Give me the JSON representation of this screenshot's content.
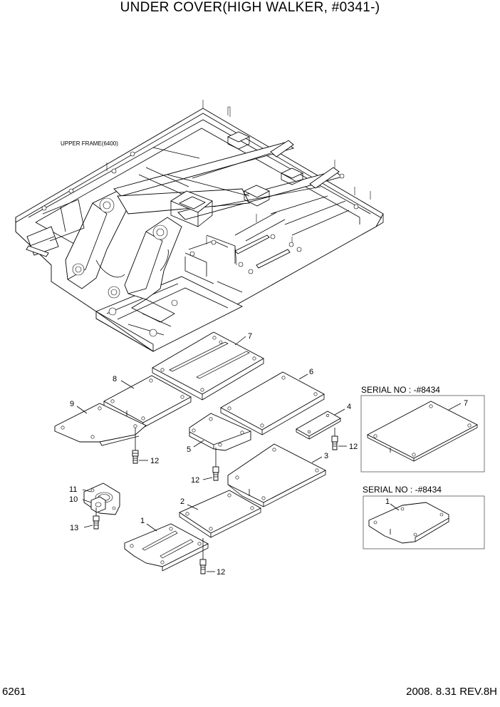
{
  "title": "UNDER COVER(HIGH WALKER, #0341-)",
  "page_number": "6261",
  "revision": "2008. 8.31  REV.8H",
  "frame_label": "UPPER FRAME(6400)",
  "callouts": {
    "c1": "1",
    "c2": "2",
    "c3": "3",
    "c4": "4",
    "c5": "5",
    "c6": "6",
    "c7": "7",
    "c8": "8",
    "c9": "9",
    "c10": "10",
    "c11": "11",
    "c12": "12",
    "c13": "13"
  },
  "serial_boxes": [
    {
      "label": "SERIAL NO : -#8434",
      "part": "7"
    },
    {
      "label": "SERIAL NO : -#8434",
      "part": "1"
    }
  ]
}
